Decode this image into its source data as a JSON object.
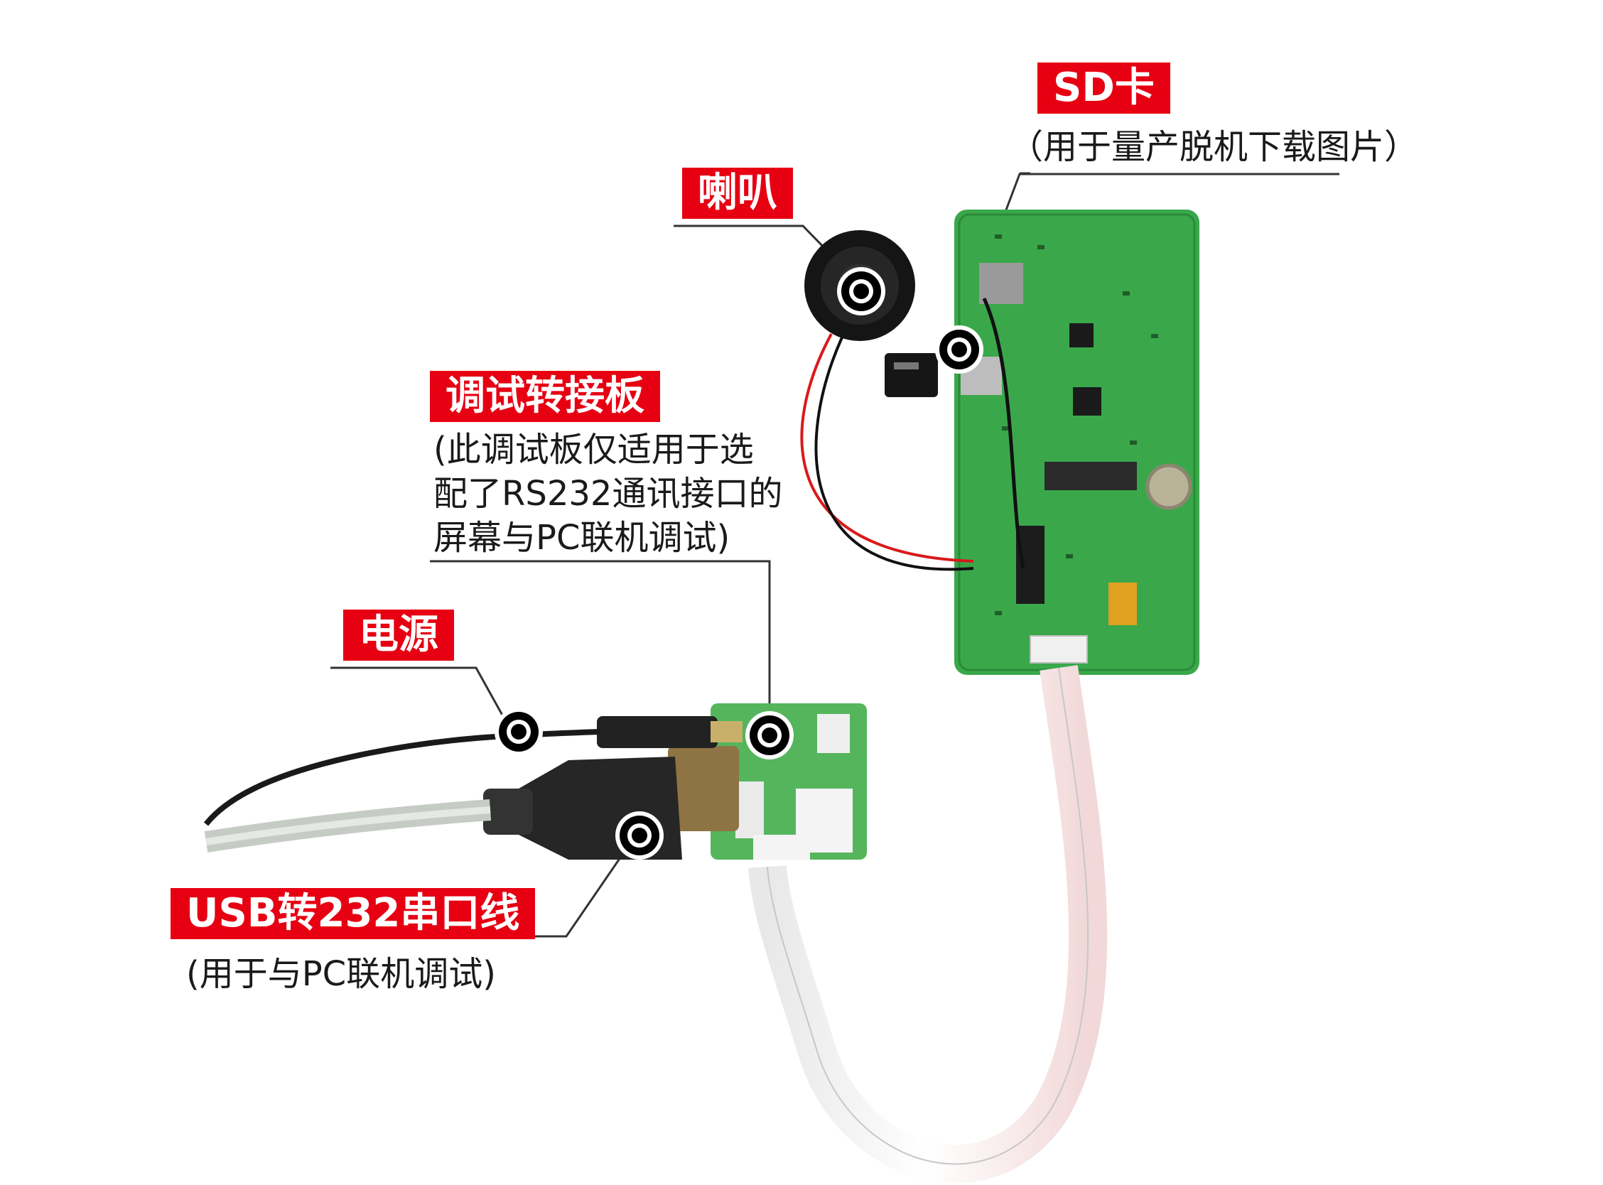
{
  "labels": {
    "sd_card": {
      "title": "SD卡",
      "desc": "（用于量产脱机下载图片）"
    },
    "speaker": {
      "title": "喇叭"
    },
    "debug_board": {
      "title": "调试转接板",
      "desc": [
        "(此调试板仅适用于选",
        "配了RS232通讯接口的",
        "屏幕与PC联机调试)"
      ]
    },
    "power": {
      "title": "电源"
    },
    "usb_cable": {
      "title": "USB转232串口线",
      "desc": "(用于与PC联机调试)"
    }
  },
  "colors": {
    "tag_bg": "#e60012",
    "tag_text": "#ffffff",
    "pcb": "#3aa84a",
    "leader": "#333333"
  },
  "icons": [
    "target-marker-icon"
  ]
}
